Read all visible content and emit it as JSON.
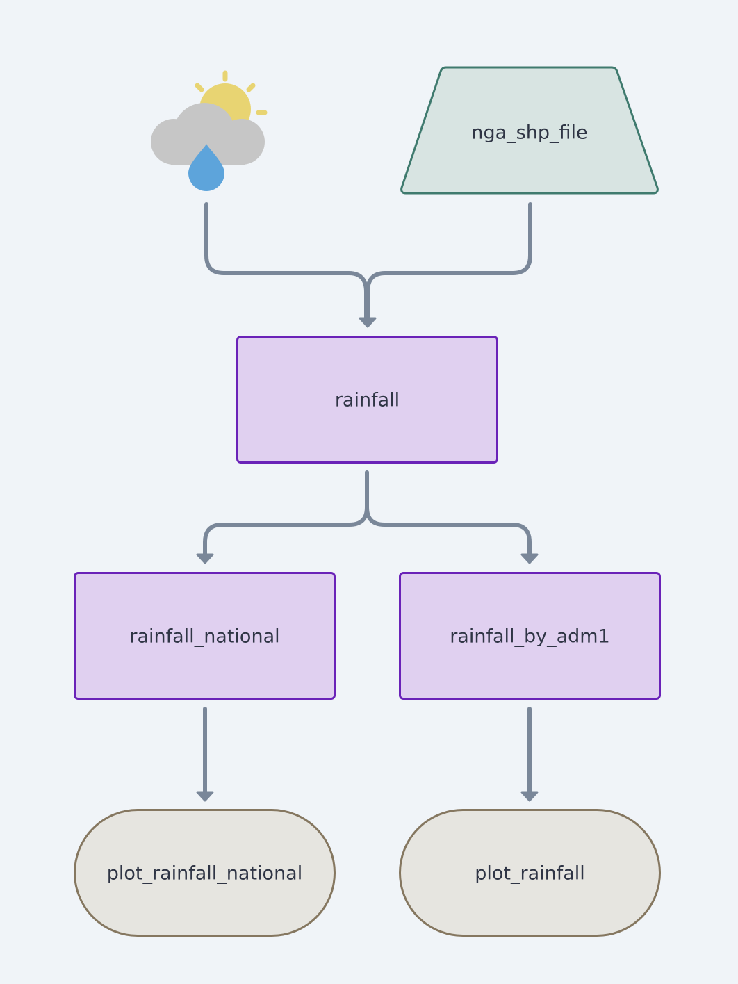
{
  "colors": {
    "background": "#f0f4f8",
    "edge": "#7a8799",
    "process_fill": "#e0d0f0",
    "process_stroke": "#6a22b8",
    "input_fill": "#d8e4e2",
    "input_stroke": "#3f7a6e",
    "output_fill": "#e6e5e0",
    "output_stroke": "#857760",
    "sun": "#e8d472",
    "cloud": "#c6c6c6",
    "raindrop": "#5da4db"
  },
  "nodes": {
    "weather_source": {
      "icon": "sun-cloud-rain-icon"
    },
    "nga_shp_file": {
      "label": "nga_shp_file",
      "shape": "trapezoid"
    },
    "rainfall": {
      "label": "rainfall",
      "shape": "rectangle"
    },
    "rainfall_national": {
      "label": "rainfall_national",
      "shape": "rectangle"
    },
    "rainfall_by_adm1": {
      "label": "rainfall_by_adm1",
      "shape": "rectangle"
    },
    "plot_rainfall_national": {
      "label": "plot_rainfall_national",
      "shape": "stadium"
    },
    "plot_rainfall": {
      "label": "plot_rainfall",
      "shape": "stadium"
    }
  },
  "edges": [
    {
      "from": "weather_source",
      "to": "rainfall"
    },
    {
      "from": "nga_shp_file",
      "to": "rainfall"
    },
    {
      "from": "rainfall",
      "to": "rainfall_national"
    },
    {
      "from": "rainfall",
      "to": "rainfall_by_adm1"
    },
    {
      "from": "rainfall_national",
      "to": "plot_rainfall_national"
    },
    {
      "from": "rainfall_by_adm1",
      "to": "plot_rainfall"
    }
  ]
}
